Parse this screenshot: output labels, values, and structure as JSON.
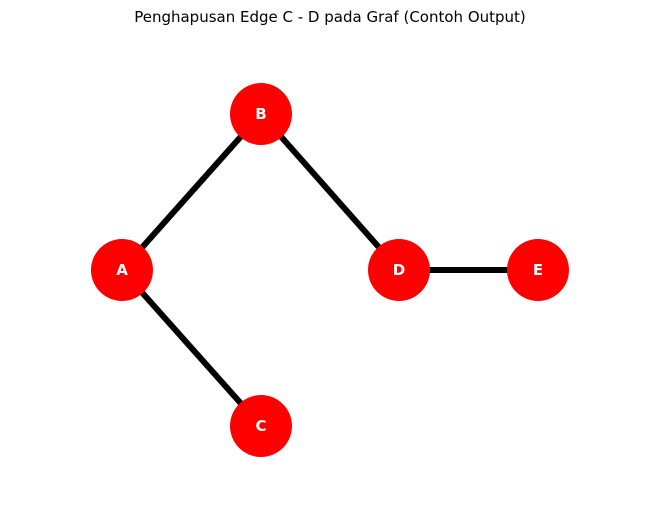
{
  "title": "Penghapusan Edge C - D pada Graf (Contoh Output)",
  "colors": {
    "node_fill": "#ff0000",
    "node_label": "#ffffff",
    "edge": "#000000",
    "background": "#ffffff"
  },
  "nodes": [
    {
      "id": "A",
      "label": "A"
    },
    {
      "id": "B",
      "label": "B"
    },
    {
      "id": "C",
      "label": "C"
    },
    {
      "id": "D",
      "label": "D"
    },
    {
      "id": "E",
      "label": "E"
    }
  ],
  "edges": [
    {
      "from": "A",
      "to": "B"
    },
    {
      "from": "A",
      "to": "C"
    },
    {
      "from": "B",
      "to": "D"
    },
    {
      "from": "D",
      "to": "E"
    }
  ]
}
